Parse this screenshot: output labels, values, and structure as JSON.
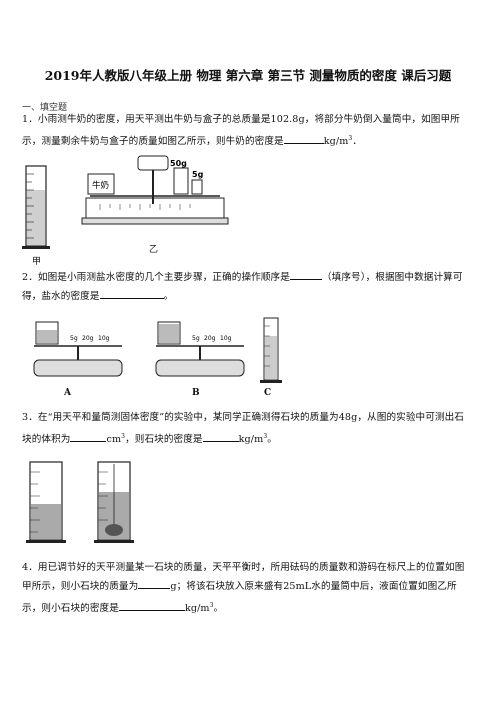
{
  "title": "2019年人教版八年级上册  物理  第六章  第三节  测量物质的密度  课后习题",
  "section": "一、填空题",
  "q1": {
    "text": "1．小雨测牛奶的密度，用天平测出牛奶与盒子的总质量是102.8g，将部分牛奶倒入量筒中，如图甲所示，测量剩余牛奶与盒子的质量如图乙所示，则牛奶的密度是",
    "unit": "kg/m",
    "sup": "3",
    "end": "．",
    "fig_jia_label": "甲",
    "fig_yi_label": "乙",
    "milk_label": "牛奶",
    "weights": [
      "50g",
      "5g"
    ]
  },
  "q2": {
    "text_a": "2．如图是小雨测盐水密度的几个主要步骤，正确的操作顺序是",
    "text_b": "（填序号），根据图中数据计算可得，盐水的密度是",
    "end": "。",
    "labels": [
      "A",
      "B",
      "C"
    ],
    "weights_a": [
      "5g",
      "20g",
      "10g"
    ],
    "weights_b": [
      "5g",
      "20g",
      "10g"
    ]
  },
  "q3": {
    "text_a": "3．在“用天平和量筒测固体密度”的实验中，某同学正确测得石块的质量为48g，从图的实验中可测出石块的体积为",
    "unit_a": "cm",
    "mid": "，则石块的密度是",
    "unit_b": "kg/m",
    "sup": "3",
    "end": "。"
  },
  "q4": {
    "text_a": "4．用已调节好的天平测量某一石块的质量，天平平衡时，所用砝码的质量数和游码在标尺上的位置如图甲所示，则小石块的质量为",
    "mid": "g；将该石块放入原来盛有25mL水的量筒中后，液面位置如图乙所示，则小石块的密度是",
    "unit": "kg/m",
    "sup": "3",
    "end": "。"
  }
}
